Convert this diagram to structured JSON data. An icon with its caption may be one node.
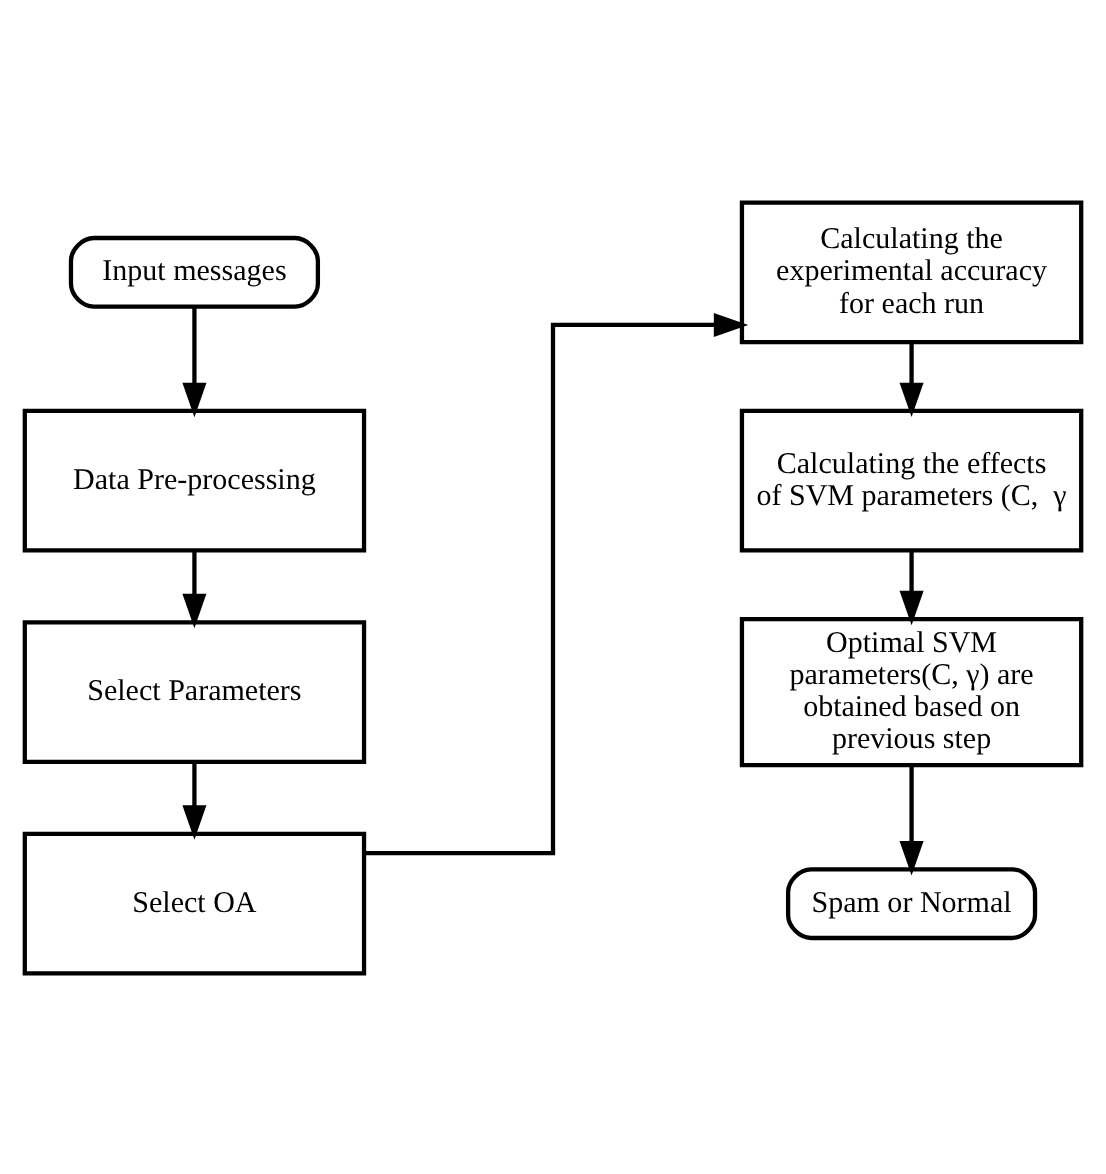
{
  "diagram": {
    "nodes": [
      {
        "text": [
          "Input messages"
        ]
      },
      {
        "text": [
          "Data Pre-processing"
        ]
      },
      {
        "text": [
          "Select Parameters"
        ]
      },
      {
        "text": [
          "Select OA"
        ]
      },
      {
        "text": [
          "Calculating the experimental accuracy for each run"
        ]
      },
      {
        "text": [
          "Calculating the effects of SVM parameters (C,  γ"
        ]
      },
      {
        "text": [
          "Optimal SVM parameters(C, γ) are obtained based on previous step"
        ]
      },
      {
        "text": [
          "Spam or Normal"
        ]
      }
    ],
    "edges": [
      {
        "from": 0,
        "to": 1,
        "arrow": "to"
      },
      {
        "from": 1,
        "to": 2,
        "arrow": "to"
      },
      {
        "from": 2,
        "to": 3,
        "arrow": "to"
      },
      {
        "from": 3,
        "to": 4,
        "arrow": "to"
      },
      {
        "from": 4,
        "to": 5,
        "arrow": "to"
      },
      {
        "from": 5,
        "to": 6,
        "arrow": "to"
      },
      {
        "from": 6,
        "to": 7,
        "arrow": "to"
      }
    ]
  }
}
